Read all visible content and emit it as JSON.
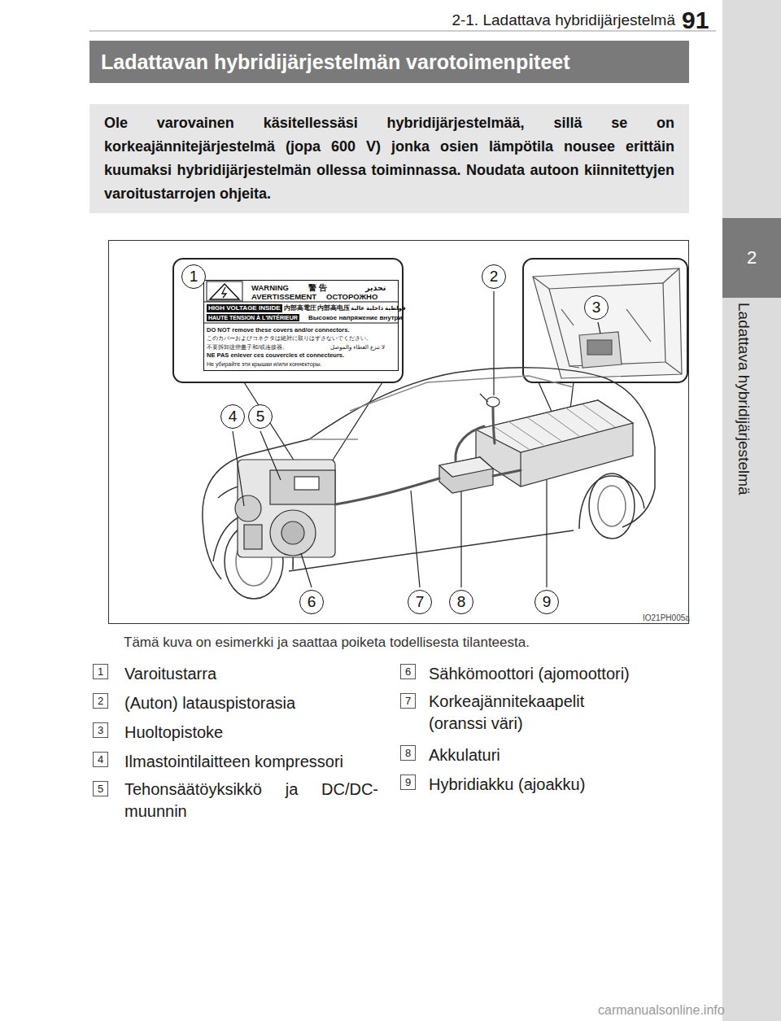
{
  "diagram": {
    "title": "Ladattavan hybridijärjestelmän varotoimenpiteet",
    "caption": "Tämä kuva on esimerkki ja saattaa poiketa todellisesta tilanteesta.",
    "nodes": [
      {
        "text": [
          "Ole varovainen käsitellessäsi hybridijärjestelmää, sillä se on korkeajännitejärjestelmä (jopa 600 V) jonka osien lämpötila nousee erittäin kuumaksi hybridijärjestelmän ollessa toiminnassa. Noudata autoon kiinnitettyjen varoitustarrojen ohjeita."
        ]
      },
      {
        "text": [
          "WARNING",
          "警 告",
          "تحذير",
          "AVERTISSEMENT",
          "ОСТОРОЖНО",
          "HIGH VOLTAGE INSIDE",
          "内部高電圧",
          "内部高电压",
          "فولطية داخلية عالية",
          "HAUTE TENSION À L'INTÉRIEUR",
          "Высокое напряжение внутри",
          "DO NOT remove these covers and/or connectors.",
          "このカバーおよびコネクタは絶対に取りはずさないでください。",
          "不要拆卸这些盖子和/或连接器。",
          "لا تنزع الغطاء والموصل",
          "NE PAS enlever ces couvercles et connecteurs.",
          "Не убирайте эти крышки и/или коннекторы."
        ]
      },
      {
        "text": [
          "1"
        ]
      },
      {
        "text": [
          "2"
        ]
      },
      {
        "text": [
          "3"
        ]
      },
      {
        "text": [
          "4"
        ]
      },
      {
        "text": [
          "5"
        ]
      },
      {
        "text": [
          "6"
        ]
      },
      {
        "text": [
          "7"
        ]
      },
      {
        "text": [
          "8"
        ]
      },
      {
        "text": [
          "9"
        ]
      },
      {
        "text": [
          "1"
        ]
      },
      {
        "text": [
          "2"
        ]
      },
      {
        "text": [
          "3"
        ]
      },
      {
        "text": [
          "4"
        ]
      },
      {
        "text": [
          "5"
        ]
      },
      {
        "text": [
          "6"
        ]
      },
      {
        "text": [
          "7"
        ]
      },
      {
        "text": [
          "8"
        ]
      },
      {
        "text": [
          "9"
        ]
      }
    ],
    "labels": [
      "91",
      "2-1. Ladattava hybridijärjestelmä",
      "2",
      "Ladattava hybridijärjestelmä",
      "IO21PH005a",
      "Varoitustarra",
      "(Auton) latauspistorasia",
      "Huoltopistoke",
      "Ilmastointilaitteen kompressori",
      "Tehonsäätöyksikkö ja DC/DC-muunnin",
      "Sähkömoottori (ajomoottori)",
      "Korkeajännitekaapelit (oranssi väri)",
      "Akkulaturi",
      "Hybridiakku (ajoakku)",
      "carmanualsonline.info"
    ]
  }
}
